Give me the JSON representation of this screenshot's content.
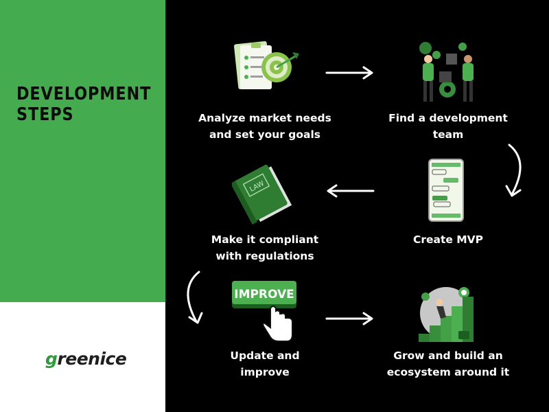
{
  "heading": {
    "line1": "DEVELOPMENT",
    "line2": "STEPS"
  },
  "logo": {
    "text": "greenice"
  },
  "colors": {
    "green": "#44ac4e",
    "dark_green": "#2e7d32",
    "black": "#000000",
    "white": "#ffffff"
  },
  "steps": [
    {
      "line1": "Analyze market needs",
      "line2": "and set your goals",
      "icon": "goal-checklist-target-icon"
    },
    {
      "line1": "Find a development",
      "line2": "team",
      "icon": "team-puzzle-gears-icon"
    },
    {
      "line1": "Create MVP",
      "line2": "",
      "icon": "smartphone-chat-icon"
    },
    {
      "line1": "Make it compliant",
      "line2": "with regulations",
      "icon": "law-book-icon"
    },
    {
      "line1": "Update and",
      "line2": "improve",
      "icon": "improve-button-cursor-icon"
    },
    {
      "line1": "Grow and build an",
      "line2": "ecosystem around it",
      "icon": "growth-stairs-target-icon"
    }
  ],
  "improve_button": {
    "label": "IMPROVE"
  },
  "book": {
    "label": "LAW"
  }
}
